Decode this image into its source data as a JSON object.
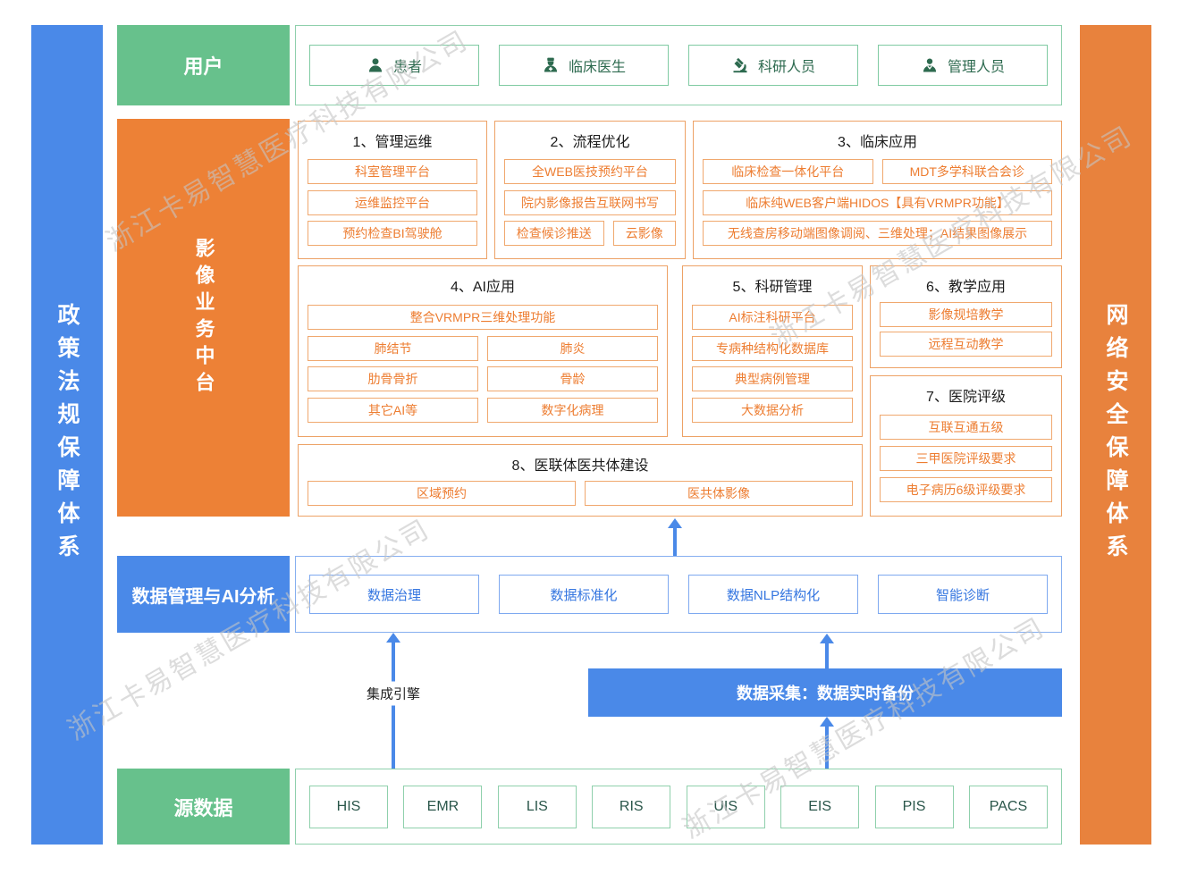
{
  "watermark": "浙江卡易智慧医疗科技有限公司",
  "colors": {
    "blue": "#4a89e8",
    "green": "#67c18c",
    "orange": "#ed8136",
    "orange_text": "#ed7d31"
  },
  "side_bars": {
    "left": "政策法规保障体系",
    "right": "网络安全保障体系"
  },
  "users_row": {
    "label": "用户",
    "items": [
      {
        "icon": "patient-icon",
        "label": "患者"
      },
      {
        "icon": "doctor-icon",
        "label": "临床医生"
      },
      {
        "icon": "researcher-icon",
        "label": "科研人员"
      },
      {
        "icon": "manager-icon",
        "label": "管理人员"
      }
    ]
  },
  "platform": {
    "label": "影像业务中台",
    "sections": {
      "s1": {
        "title": "1、管理运维",
        "items": [
          "科室管理平台",
          "运维监控平台",
          "预约检查BI驾驶舱"
        ]
      },
      "s2": {
        "title": "2、流程优化",
        "items": [
          "全WEB医技预约平台",
          "院内影像报告互联网书写"
        ],
        "row": [
          "检查候诊推送",
          "云影像"
        ]
      },
      "s3": {
        "title": "3、临床应用",
        "row": [
          "临床检查一体化平台",
          "MDT多学科联合会诊"
        ],
        "items": [
          "临床纯WEB客户端HIDOS【具有VRMPR功能】",
          "无线查房移动端图像调阅、三维处理；AI结果图像展示"
        ]
      },
      "s4": {
        "title": "4、AI应用",
        "full": "整合VRMPR三维处理功能",
        "grid": [
          "肺结节",
          "肺炎",
          "肋骨骨折",
          "骨龄",
          "其它AI等",
          "数字化病理"
        ]
      },
      "s5": {
        "title": "5、科研管理",
        "items": [
          "AI标注科研平台",
          "专病种结构化数据库",
          "典型病例管理",
          "大数据分析"
        ]
      },
      "s6": {
        "title": "6、教学应用",
        "items": [
          "影像规培教学",
          "远程互动教学"
        ]
      },
      "s7": {
        "title": "7、医院评级",
        "items": [
          "互联互通五级",
          "三甲医院评级要求",
          "电子病历6级评级要求"
        ]
      },
      "s8": {
        "title": "8、医联体医共体建设",
        "items": [
          "区域预约",
          "医共体影像"
        ]
      }
    }
  },
  "data_mgmt": {
    "label": "数据管理与AI分析",
    "items": [
      "数据治理",
      "数据标准化",
      "数据NLP结构化",
      "智能诊断"
    ]
  },
  "middle": {
    "integration_engine": "集成引擎",
    "data_collection": "数据采集：数据实时备份"
  },
  "source_row": {
    "label": "源数据",
    "items": [
      "HIS",
      "EMR",
      "LIS",
      "RIS",
      "UIS",
      "EIS",
      "PIS",
      "PACS"
    ]
  }
}
